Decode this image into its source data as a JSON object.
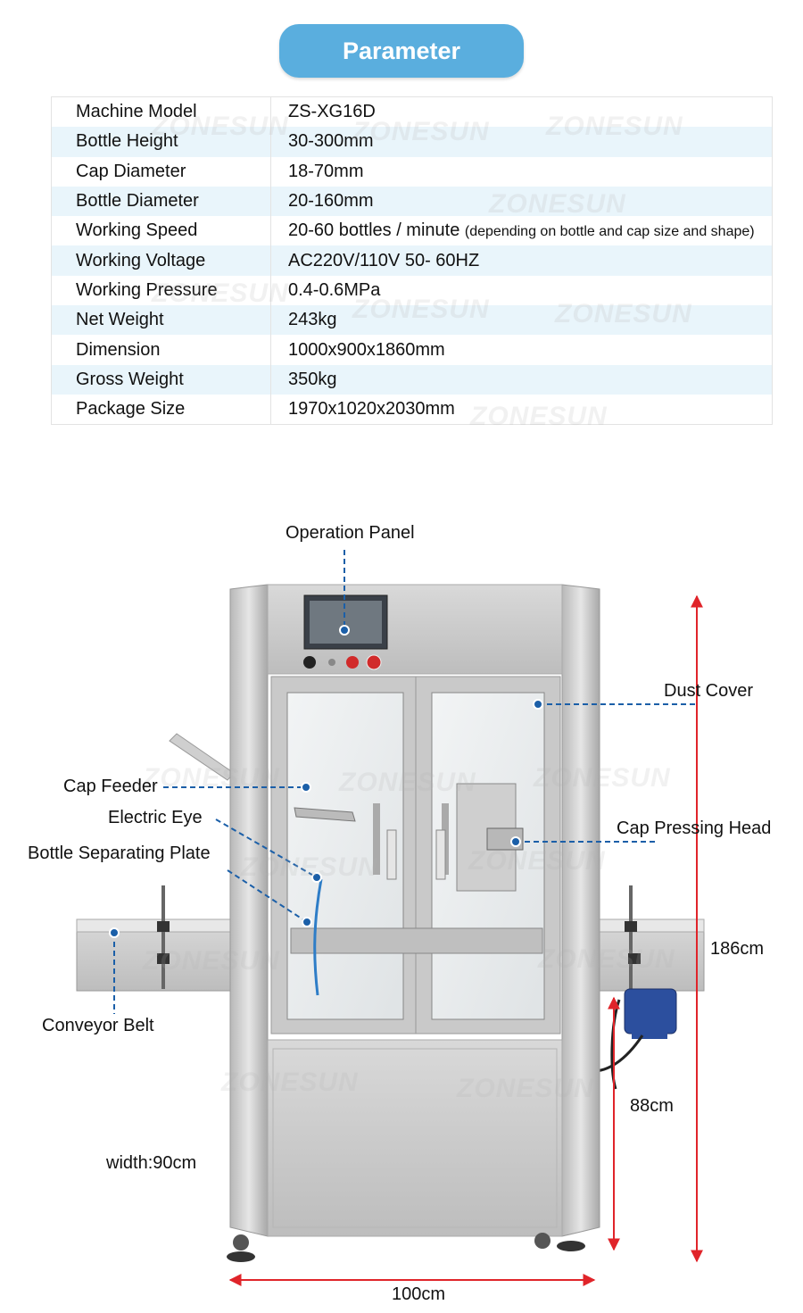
{
  "header": {
    "title": "Parameter"
  },
  "specs": [
    {
      "label": "Machine Model",
      "value": "ZS-XG16D"
    },
    {
      "label": "Bottle Height",
      "value": "30-300mm"
    },
    {
      "label": "Cap Diameter",
      "value": "18-70mm"
    },
    {
      "label": "Bottle Diameter",
      "value": "20-160mm"
    },
    {
      "label": "Working Speed",
      "value": "20-60 bottles / minute",
      "note": "(depending on bottle and cap size and shape)"
    },
    {
      "label": "Working Voltage",
      "value": "AC220V/110V 50- 60HZ"
    },
    {
      "label": "Working Pressure",
      "value": "0.4-0.6MPa"
    },
    {
      "label": "Net Weight",
      "value": "243kg"
    },
    {
      "label": "Dimension",
      "value": "1000x900x1860mm"
    },
    {
      "label": "Gross Weight",
      "value": "350kg"
    },
    {
      "label": "Package  Size",
      "value": "1970x1020x2030mm"
    }
  ],
  "watermark": "ZONESUN",
  "callouts": {
    "operation_panel": "Operation Panel",
    "dust_cover": "Dust Cover",
    "cap_feeder": "Cap Feeder",
    "electric_eye": "Electric Eye",
    "cap_pressing_head": "Cap Pressing Head",
    "bottle_separating_plate": "Bottle Separating Plate",
    "conveyor_belt": "Conveyor Belt"
  },
  "dimensions": {
    "total_height": "186cm",
    "conveyor_height": "88cm",
    "width": "width:90cm",
    "length": "100cm"
  },
  "colors": {
    "accent": "#5aaede",
    "row_alt": "#e9f5fb",
    "marker": "#1b5fa8",
    "arrow": "#e0242a"
  }
}
